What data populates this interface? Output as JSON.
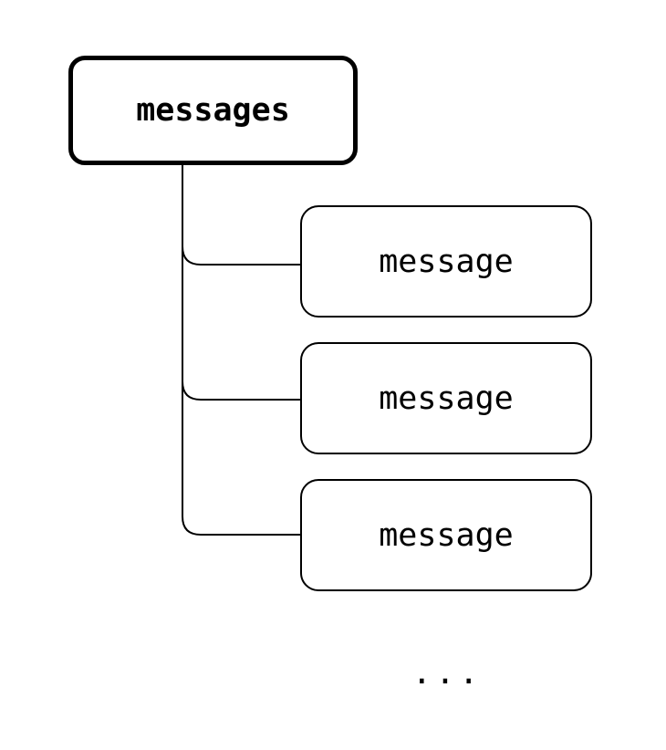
{
  "root": {
    "label": "messages"
  },
  "children": [
    {
      "label": "message"
    },
    {
      "label": "message"
    },
    {
      "label": "message"
    }
  ],
  "more_indicator": "..."
}
